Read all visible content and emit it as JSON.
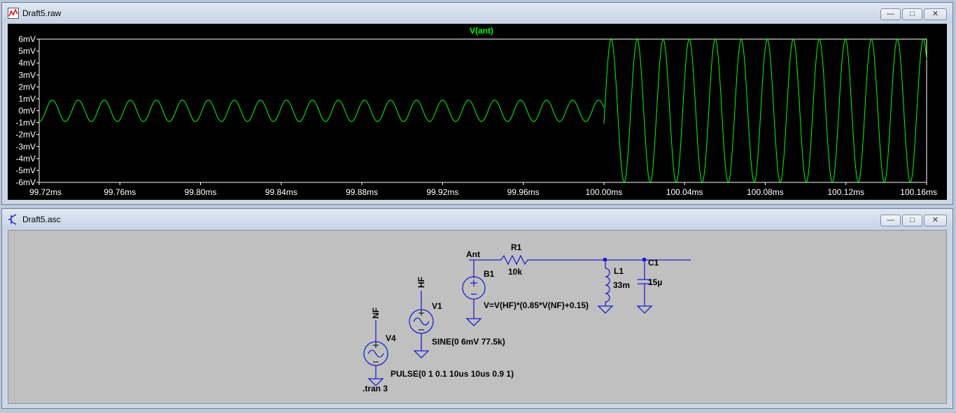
{
  "waveform_window": {
    "title": "Draft5.raw",
    "trace_name": "V(ant)",
    "buttons": {
      "minimize": "—",
      "maximize": "□",
      "close": "✕"
    }
  },
  "schematic_window": {
    "title": "Draft5.asc",
    "buttons": {
      "minimize": "—",
      "maximize": "□",
      "close": "✕"
    },
    "labels": {
      "net_ant": "Ant",
      "r1_name": "R1",
      "r1_value": "10k",
      "b1_name": "B1",
      "b1_expr": "V=V(HF)*(0.85*V(NF)+0.15)",
      "l1_name": "L1",
      "l1_value": "33m",
      "c1_name": "C1",
      "c1_value": "15µ",
      "v1_name": "V1",
      "v1_value": "SINE(0 6mV 77.5k)",
      "net_hf": "HF",
      "v4_name": "V4",
      "v4_value": "PULSE(0 1 0.1 10us 10us 0.9 1)",
      "net_nf": "NF",
      "directive": ".tran 3"
    }
  },
  "colors": {
    "trace": "#00ff00",
    "plot_background": "#000000",
    "axis_text": "#ffffff",
    "schematic_wire": "#1e1ecc",
    "schematic_background": "#c0c0c0",
    "junction": "#1e1ecc"
  },
  "chart_data": {
    "type": "line",
    "title": "V(ant)",
    "xlabel": "",
    "ylabel": "",
    "xlim": [
      99.72,
      100.16
    ],
    "ylim": [
      -6,
      6
    ],
    "xticks": [
      "99.72ms",
      "99.76ms",
      "99.80ms",
      "99.84ms",
      "99.88ms",
      "99.92ms",
      "99.96ms",
      "100.00ms",
      "100.04ms",
      "100.08ms",
      "100.12ms",
      "100.16ms"
    ],
    "yticks": [
      "6mV",
      "5mV",
      "4mV",
      "3mV",
      "2mV",
      "1mV",
      "0mV",
      "-1mV",
      "-2mV",
      "-3mV",
      "-4mV",
      "-5mV",
      "-6mV"
    ],
    "grid": false,
    "series": [
      {
        "name": "V(ant)",
        "unit": "mV",
        "segments": [
          {
            "x_start_ms": 99.72,
            "x_end_ms": 100.0,
            "amplitude_mV": 0.9,
            "period_ms": 0.0129,
            "first_peak_ms": 99.7265
          },
          {
            "x_start_ms": 100.0,
            "x_end_ms": 100.16,
            "amplitude_mV": 6.0,
            "period_ms": 0.0129,
            "first_peak_ms": 100.0165
          }
        ]
      }
    ]
  }
}
